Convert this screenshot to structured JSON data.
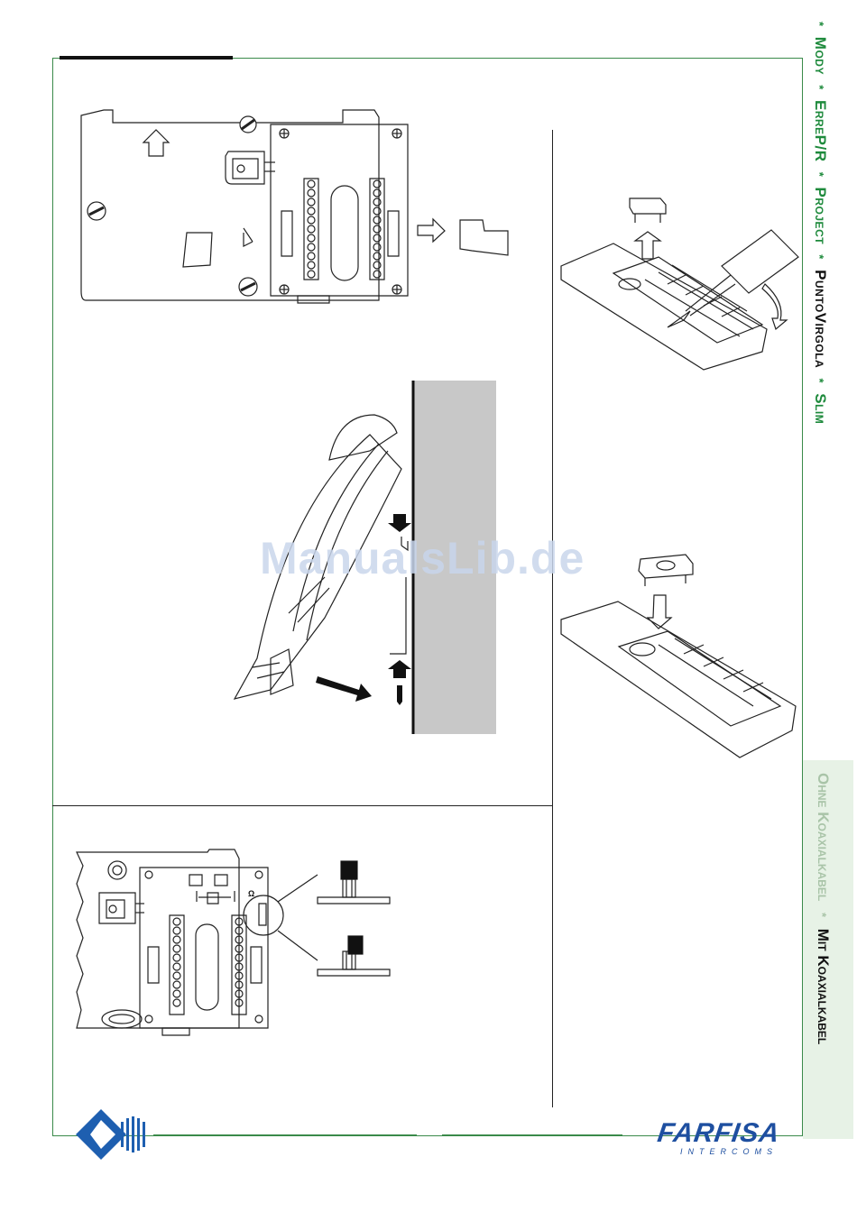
{
  "side_nav": {
    "items": [
      "Mody",
      "ErreP/R",
      "Project",
      "PuntoVirgola",
      "Slim"
    ],
    "active": "PuntoVirgola",
    "separator": "*"
  },
  "side_section": {
    "inactive": "Ohne Koaxialkabel",
    "active": "Mit Koaxialkabel",
    "separator": "*"
  },
  "watermark": "ManualsLib.de",
  "brand": {
    "name": "FARFISA",
    "subtitle": "INTERCOMS"
  },
  "figure_labels": {
    "omega": "Ω"
  },
  "colors": {
    "accent_green": "#1e8a3c",
    "panel_green": "#e7f2e6",
    "brand_blue": "#1e4fa0",
    "wall_gray": "#c8c8c8"
  }
}
